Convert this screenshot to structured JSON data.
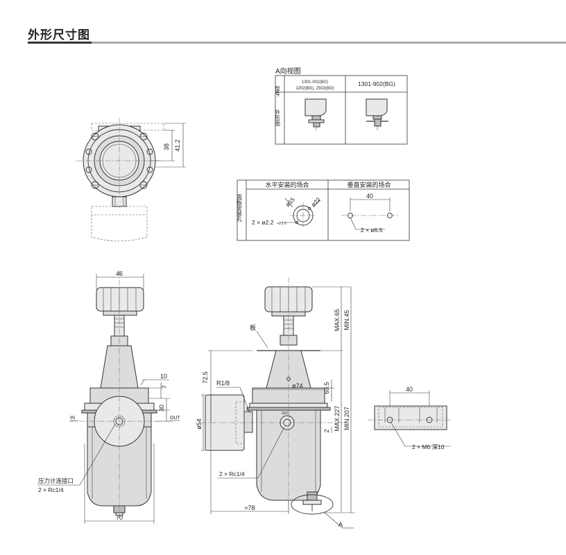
{
  "page": {
    "title": "外形尺寸图"
  },
  "view_a_table": {
    "title": "A向视图",
    "col_header_model": "型号",
    "col_header_model_a": "1301-002(BG)",
    "col_header_model_b": "1202(BG), 2502(BG)",
    "col_header_model_c": "1301-902(BG)",
    "row_label": "外形图"
  },
  "mount_table": {
    "col_horizontal": "水平安装的场合",
    "col_vertical": "垂直安装的场合",
    "row_label": "面板安装孔",
    "horizontal": {
      "phi15": "ø15",
      "phi22": "ø22",
      "holes": "2 × ø2.2",
      "holes_tol": "+0.1 0"
    },
    "vertical": {
      "pitch": "40",
      "holes": "2 × ø6.5"
    }
  },
  "front_view": {
    "dim_width_top": "46",
    "dim_width_bottom": "70",
    "dim_10": "10",
    "dim_7": "7",
    "dim_30": "30",
    "label_in": "IN",
    "label_out": "OUT",
    "gauge_port_label": "压力计连接口",
    "gauge_port_size": "2 × Rc1/4"
  },
  "top_view": {
    "dim_38": "38",
    "dim_41_2": "41.2"
  },
  "side_view": {
    "label_plate": "板",
    "dim_max65": "MAX.65",
    "dim_min45": "MIN.45",
    "dim_72_5": "72.5",
    "thread_r18": "R1/8",
    "dim_phi74": "ø74",
    "dim_69_5": "69.5",
    "dim_max227": "MAX.227",
    "dim_min207": "MIN.207",
    "dim_phi54": "ø54",
    "label_out_small": "OUT",
    "dim_2": "2",
    "port_size": "2 × Rc1/4",
    "dim_approx78": "≈78",
    "view_a": "A"
  },
  "bracket_view": {
    "pitch": "40",
    "holes": "2 × M6 深10"
  }
}
